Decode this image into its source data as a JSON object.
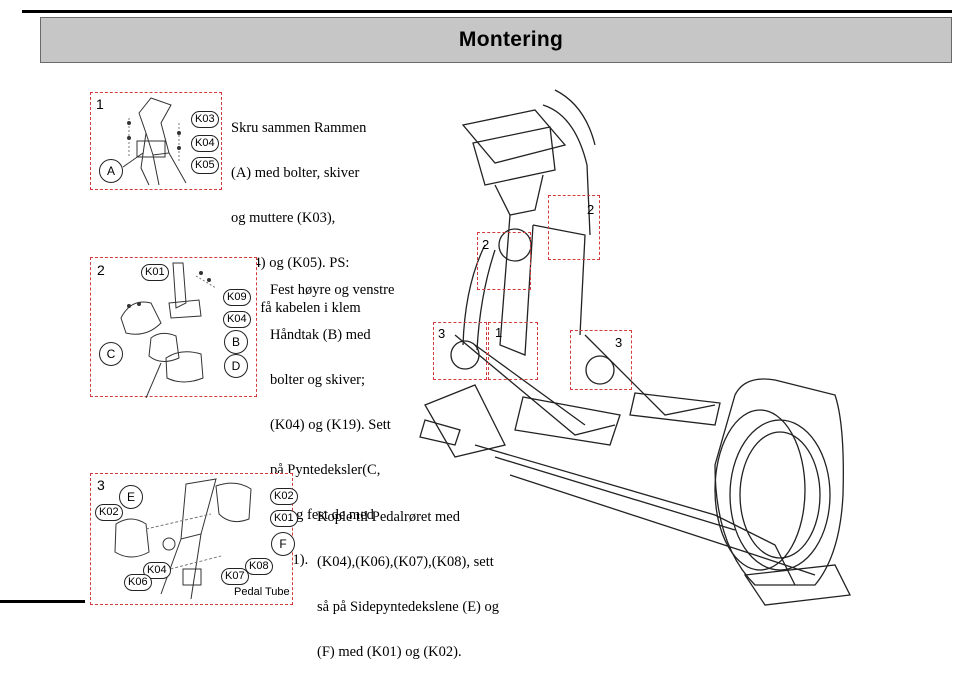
{
  "header": {
    "title": "Montering"
  },
  "steps": [
    {
      "number": "1",
      "text_lines": [
        "Skru sammen Rammen",
        "(A) med bolter, skiver",
        "og muttere (K03),",
        "(K04) og (K05). PS:",
        "Ikke få kabelen i klem"
      ],
      "parts": [
        "K03",
        "K04",
        "K05"
      ],
      "circle_labels": [
        "A"
      ]
    },
    {
      "number": "2",
      "text_lines": [
        "Fest høyre og venstre",
        "Håndtak (B) med",
        "bolter og skiver;",
        "(K04) og (K19). Sett",
        "på Pyntedeksler(C,",
        "D) og fest de med",
        "(K01)."
      ],
      "parts": [
        "K01",
        "K09",
        "K04"
      ],
      "circle_labels": [
        "C",
        "B",
        "D"
      ]
    },
    {
      "number": "3",
      "text_lines": [
        "Kople til Pedalrøret med",
        "(K04),(K06),(K07),(K08), sett",
        "så på Sidepyntedekslene (E) og",
        "(F) med (K01) og (K02)."
      ],
      "parts": [
        "K02",
        "K04",
        "K06",
        "K07",
        "K08",
        "K02",
        "K01"
      ],
      "circle_labels": [
        "E",
        "F"
      ],
      "caption": "Pedal Tube"
    }
  ],
  "machine_callouts": [
    "2",
    "2",
    "3",
    "1",
    "3"
  ]
}
